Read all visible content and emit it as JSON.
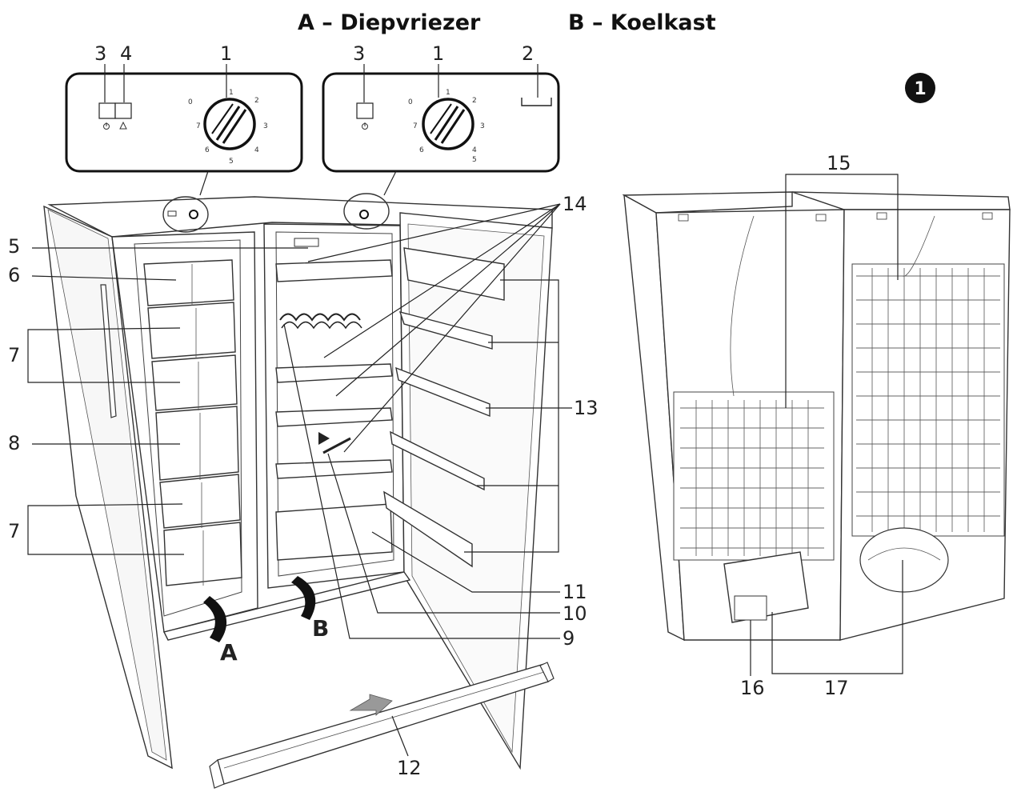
{
  "titles": {
    "freezer": "A – Diepvriezer",
    "fridge": "B – Koelkast"
  },
  "figure_badge": "1",
  "panel_labels": {
    "freezer_switch": "3",
    "freezer_alarm": "4",
    "freezer_knob": "1",
    "fridge_switch": "3",
    "fridge_knob": "1",
    "fridge_display": "2"
  },
  "dial_numbers": [
    "0",
    "1",
    "2",
    "3",
    "4",
    "5",
    "6",
    "7"
  ],
  "callouts": {
    "c5": "5",
    "c6": "6",
    "c7a": "7",
    "c8": "8",
    "c7b": "7",
    "c9": "9",
    "c10": "10",
    "c11": "11",
    "c12": "12",
    "c13": "13",
    "c14": "14",
    "c15": "15",
    "c16": "16",
    "c17": "17"
  },
  "compartment_letters": {
    "a": "A",
    "b": "B"
  },
  "icons": {
    "power": "power-icon",
    "alarm": "warning-icon"
  }
}
